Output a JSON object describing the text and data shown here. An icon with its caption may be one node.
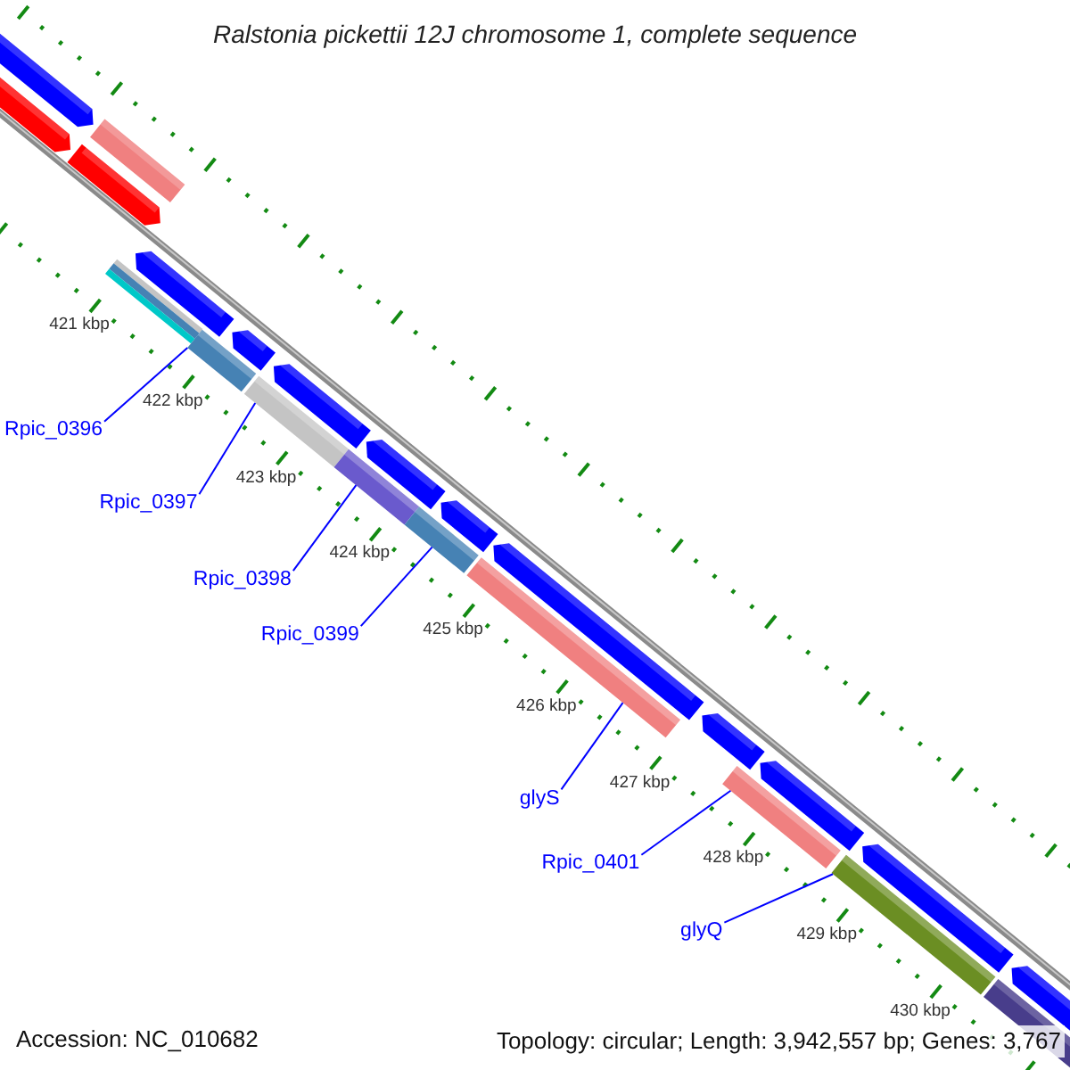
{
  "diagram": {
    "title": "Ralstonia pickettii 12J chromosome 1, complete sequence",
    "nodes": [
      {
        "text": [
          "Rpic_0396"
        ]
      },
      {
        "text": [
          "Rpic_0397"
        ]
      },
      {
        "text": [
          "Rpic_0398"
        ]
      },
      {
        "text": [
          "Rpic_0399"
        ]
      },
      {
        "text": [
          "glyS"
        ]
      },
      {
        "text": [
          "Rpic_0401"
        ]
      },
      {
        "text": [
          "glyQ"
        ]
      },
      {
        "text": [],
        "shape": "bar"
      },
      {
        "text": [],
        "shape": "bar"
      },
      {
        "text": [],
        "shape": "bar"
      },
      {
        "text": [],
        "shape": "bar"
      },
      {
        "text": [],
        "shape": "bar"
      },
      {
        "text": [],
        "shape": "bar"
      },
      {
        "text": [],
        "shape": "bar"
      }
    ],
    "edges": [
      {
        "from": 0,
        "to": 7,
        "arrow": "none"
      },
      {
        "from": 1,
        "to": 8,
        "arrow": "none"
      },
      {
        "from": 2,
        "to": 9,
        "arrow": "none"
      },
      {
        "from": 3,
        "to": 10,
        "arrow": "none"
      },
      {
        "from": 4,
        "to": 11,
        "arrow": "none"
      },
      {
        "from": 5,
        "to": 12,
        "arrow": "none"
      },
      {
        "from": 6,
        "to": 13,
        "arrow": "none"
      }
    ],
    "labels": [
      "421 kbp",
      "422 kbp",
      "423 kbp",
      "424 kbp",
      "425 kbp",
      "426 kbp",
      "427 kbp",
      "428 kbp",
      "429 kbp",
      "430 kbp",
      "Accession: NC_010682",
      "Topology: circular; Length: 3,942,557 bp; Genes: 3,767"
    ]
  }
}
